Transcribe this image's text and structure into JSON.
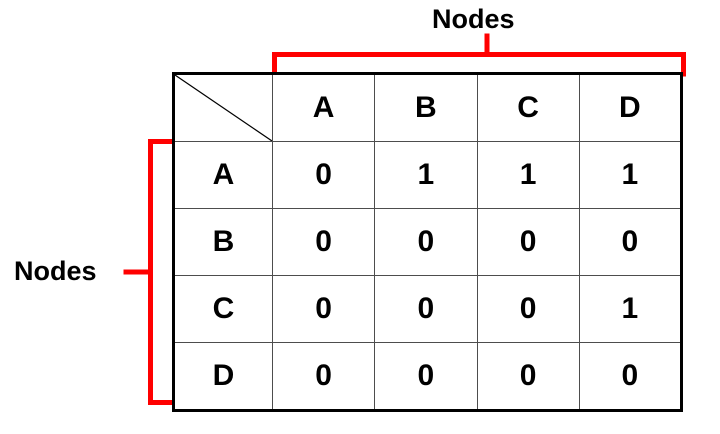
{
  "annotations": {
    "top_label": "Nodes",
    "left_label": "Nodes",
    "bracket_color": "#FF0000"
  },
  "matrix": {
    "corner_cell": {
      "icon": "diagonal-split-icon",
      "fill": "#6C9BEB"
    },
    "column_header_fill": "#9BCD0B",
    "row_header_fill": "#009B9B",
    "cell_fill": "#FFFFFF",
    "column_headers": [
      "A",
      "B",
      "C",
      "D"
    ],
    "row_headers": [
      "A",
      "B",
      "C",
      "D"
    ],
    "rows": [
      {
        "label": "A",
        "values": [
          "0",
          "1",
          "1",
          "1"
        ]
      },
      {
        "label": "B",
        "values": [
          "0",
          "0",
          "0",
          "0"
        ]
      },
      {
        "label": "C",
        "values": [
          "0",
          "0",
          "0",
          "1"
        ]
      },
      {
        "label": "D",
        "values": [
          "0",
          "0",
          "0",
          "0"
        ]
      }
    ]
  },
  "chart_data": {
    "type": "heatmap",
    "title": "",
    "xlabel": "Nodes",
    "ylabel": "Nodes",
    "categories": [
      "A",
      "B",
      "C",
      "D"
    ],
    "x": [
      "A",
      "B",
      "C",
      "D"
    ],
    "y": [
      "A",
      "B",
      "C",
      "D"
    ],
    "series": [
      {
        "name": "A",
        "values": [
          0,
          1,
          1,
          1
        ]
      },
      {
        "name": "B",
        "values": [
          0,
          0,
          0,
          0
        ]
      },
      {
        "name": "C",
        "values": [
          0,
          0,
          0,
          1
        ]
      },
      {
        "name": "D",
        "values": [
          0,
          0,
          0,
          0
        ]
      }
    ],
    "values": [
      [
        0,
        1,
        1,
        1
      ],
      [
        0,
        0,
        0,
        0
      ],
      [
        0,
        0,
        0,
        1
      ],
      [
        0,
        0,
        0,
        0
      ]
    ],
    "grid": true,
    "legend": "none"
  }
}
